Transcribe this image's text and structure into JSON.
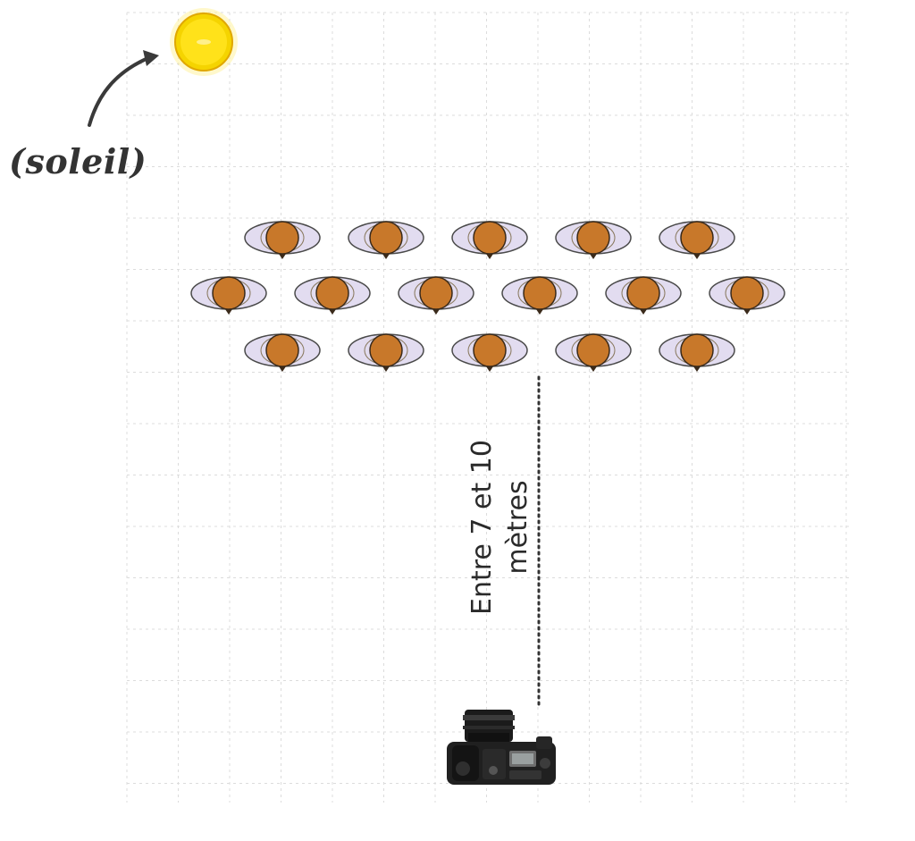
{
  "sun": {
    "label": "(soleil)",
    "icon": "sun-icon",
    "color": "#f5d400"
  },
  "distance": {
    "label": "Entre 7 et 10 mètres"
  },
  "group": {
    "rows": [
      {
        "count": 5
      },
      {
        "count": 6
      },
      {
        "count": 5
      }
    ],
    "person_icon": "person-top-view-icon",
    "head_color": "#c8782a",
    "shoulder_color": "#e2dcf0"
  },
  "camera": {
    "icon": "camera-icon"
  },
  "colors": {
    "grid": "#dcdcdc",
    "ink": "#333333"
  }
}
